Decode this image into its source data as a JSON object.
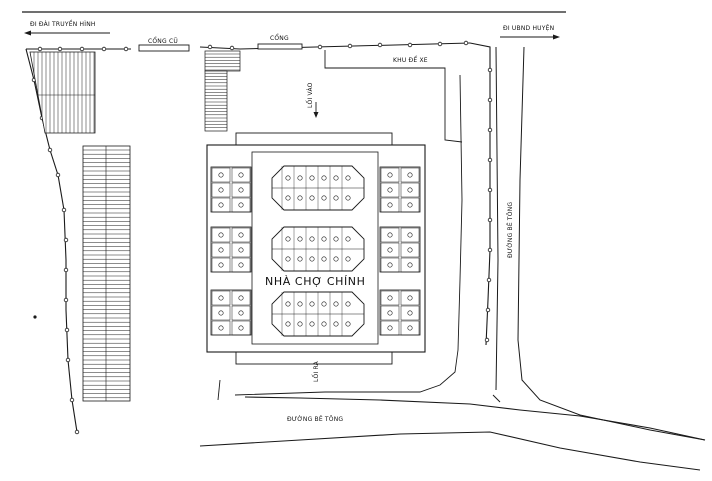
{
  "labels": {
    "to_tv_station": "ĐI ĐÀI TRUYỀN HÌNH",
    "old_gate": "CỔNG CŨ",
    "gate": "CỔNG",
    "to_district_committee": "ĐI UBND HUYỆN",
    "parking_area": "KHU ĐỂ XE",
    "entrance_top": "LỐI VÀO",
    "main_market_hall": "NHÀ CHỢ CHÍNH",
    "entrance_bottom": "LỐI RA",
    "concrete_road_right": "ĐƯỜNG BÊ TÔNG",
    "concrete_road_bottom": "ĐƯỜNG BÊ TÔNG"
  },
  "colors": {
    "ink": "#1a1a1a",
    "paper": "#ffffff"
  }
}
